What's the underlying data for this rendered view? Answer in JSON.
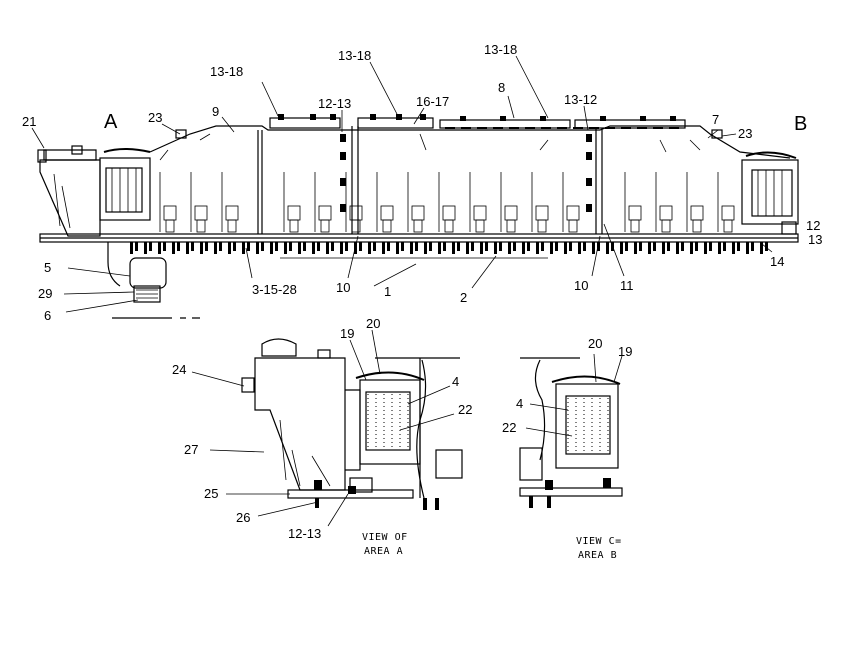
{
  "area_labels": {
    "a": "A",
    "b": "B"
  },
  "callouts": {
    "c21": "21",
    "c23_left": "23",
    "c9": "9",
    "c13_18_a": "13-18",
    "c12_13_top": "12-13",
    "c13_18_b": "13-18",
    "c16_17": "16-17",
    "c8": "8",
    "c13_18_c": "13-18",
    "c13_12": "13-12",
    "c7": "7",
    "c23_right": "23",
    "c12_right": "12",
    "c13_right": "13",
    "c14": "14",
    "c5": "5",
    "c29": "29",
    "c6": "6",
    "c3_15_28": "3-15-28",
    "c10_left": "10",
    "c1": "1",
    "c2": "2",
    "c10_right": "10",
    "c11": "11",
    "c24": "24",
    "c19_a": "19",
    "c20_a": "20",
    "c4_a": "4",
    "c22_a": "22",
    "c27": "27",
    "c25": "25",
    "c26": "26",
    "c12_13_bottom": "12-13",
    "c20_b": "20",
    "c19_b": "19",
    "c4_b": "4",
    "c22_b": "22"
  },
  "captions": {
    "view_a_line1": "VIEW OF",
    "view_a_line2": "AREA A",
    "view_b_line1": "VIEW C=",
    "view_b_line2": "AREA B"
  }
}
